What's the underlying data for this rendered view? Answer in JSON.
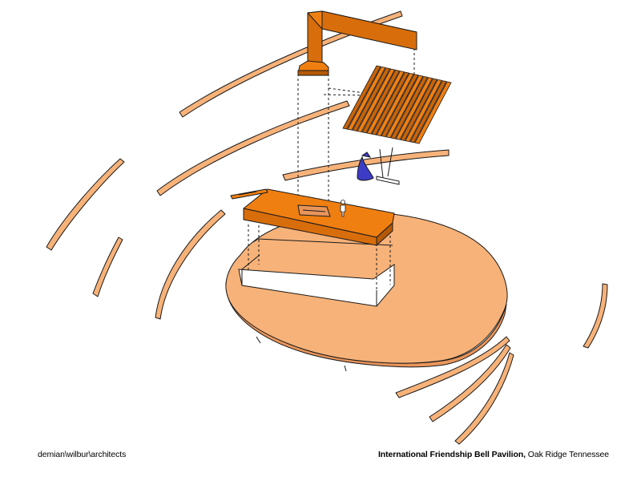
{
  "credit": {
    "text": "demian\\wilbur\\architects"
  },
  "title": {
    "bold": "International Friendship Bell Pavilion,",
    "rest": " Oak Ridge Tennessee"
  },
  "palette": {
    "orange": "#f07f12",
    "orange_dark": "#c96408",
    "tan": "#f7b279",
    "tan_dark": "#e9955a",
    "bell_blue": "#3c3cc6",
    "line": "#1a1a1a"
  },
  "icons": {
    "bell": "bell-icon",
    "person": "person-figure-icon"
  }
}
